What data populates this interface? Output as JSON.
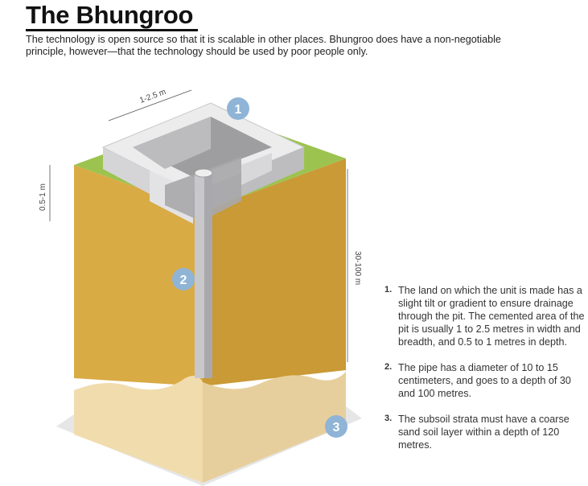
{
  "title": "The Bhungroo",
  "intro": "The technology is open source so that it is scalable in other places. Bhungroo does have a non-negotiable principle, however—that the technology should be used by poor people only.",
  "diagram": {
    "dimensions": {
      "width": "1-2.5 m",
      "pit_depth": "0.5-1 m",
      "pipe_depth": "30-100 m"
    },
    "markers": [
      "1",
      "2",
      "3"
    ],
    "colors": {
      "soil": "#d9ab45",
      "sand": "#f1dcae",
      "grass": "#9cc350",
      "concrete": "#d9d9db",
      "marker": "#8fb4d6"
    }
  },
  "notes": [
    {
      "num": "1.",
      "text": "The land on which the unit is made has a slight tilt or gradient to ensure drainage through the pit. The cemented area of the pit is usually 1 to 2.5 metres in width and breadth, and 0.5 to 1 metres in depth."
    },
    {
      "num": "2.",
      "text": "The pipe has a diameter of 10 to 15 centimeters, and goes to a depth of 30 and 100 metres."
    },
    {
      "num": "3.",
      "text": "The subsoil strata must have a coarse sand soil layer within a depth of 120 metres."
    }
  ]
}
